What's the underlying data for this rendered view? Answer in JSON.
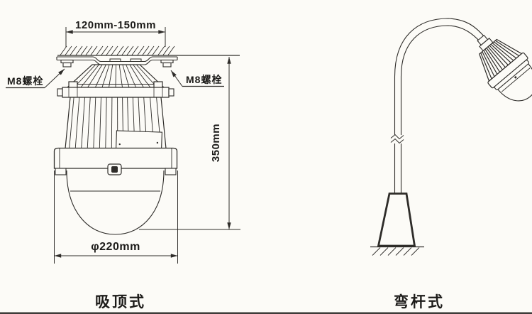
{
  "colors": {
    "background": "#fcfbf7",
    "line_ink": "#2e2c29",
    "text_ink": "#1c1b19",
    "bottom_border_strip": "#3e3c39"
  },
  "left_diagram": {
    "caption": "吸顶式",
    "width_dimension": "120mm-150mm",
    "height_dimension": "350mm",
    "diameter_dimension": "φ220mm",
    "bolt_label_left": "M8螺栓",
    "bolt_label_right": "M8螺栓"
  },
  "right_diagram": {
    "caption": "弯杆式"
  }
}
